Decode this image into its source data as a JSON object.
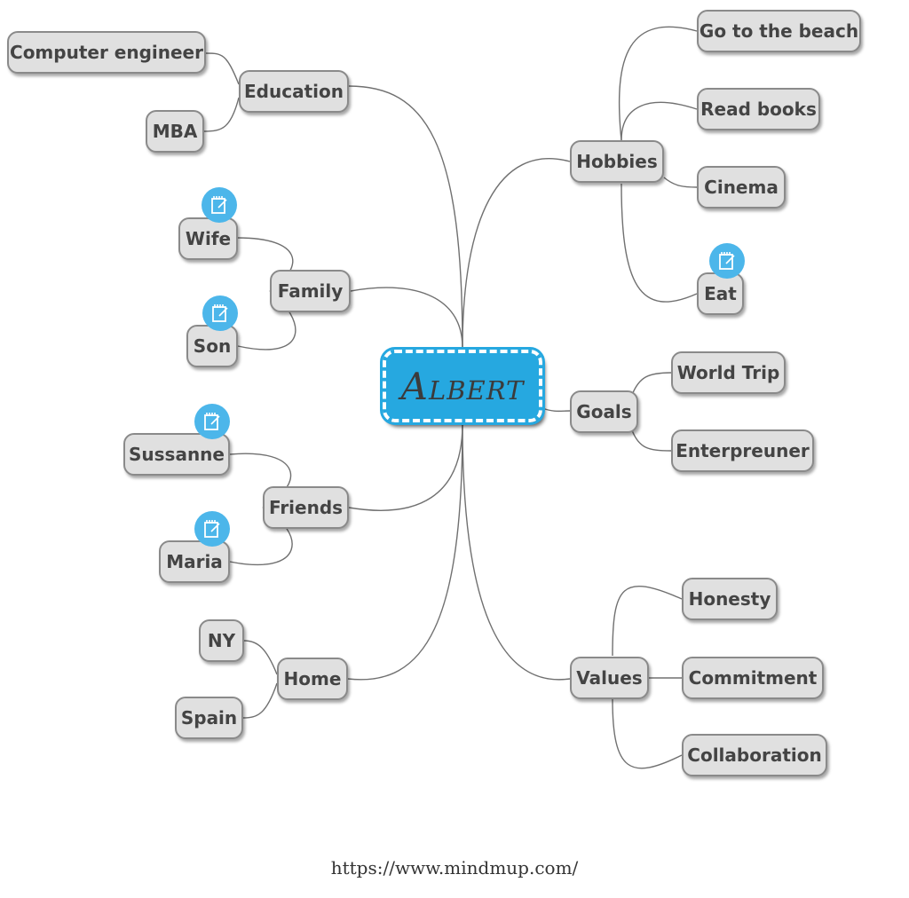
{
  "central": "Albert",
  "left": {
    "education": {
      "label": "Education",
      "children": [
        "Computer engineer",
        "MBA"
      ]
    },
    "family": {
      "label": "Family",
      "children": [
        "Wife",
        "Son"
      ]
    },
    "friends": {
      "label": "Friends",
      "children": [
        "Sussanne",
        "Maria"
      ]
    },
    "home": {
      "label": "Home",
      "children": [
        "NY",
        "Spain"
      ]
    }
  },
  "right": {
    "hobbies": {
      "label": "Hobbies",
      "children": [
        "Go to the beach",
        "Read books",
        "Cinema",
        "Eat"
      ]
    },
    "goals": {
      "label": "Goals",
      "children": [
        "World Trip",
        "Enterpreuner"
      ]
    },
    "values": {
      "label": "Values",
      "children": [
        "Honesty",
        "Commitment",
        "Collaboration"
      ]
    }
  },
  "note_icon": "notepad-icon",
  "colors": {
    "central": "#26a8e0",
    "note": "#4cb6ea",
    "node": "#e0e0e0"
  },
  "footer": "https://www.mindmup.com/"
}
